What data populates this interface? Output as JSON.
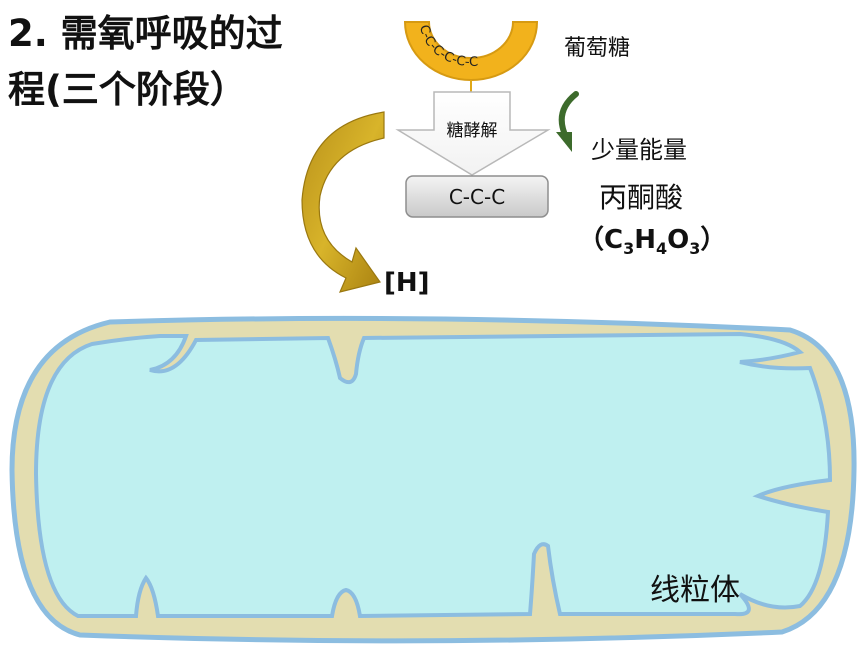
{
  "title": {
    "line1": "2. 需氧呼吸的过",
    "line2": "程(三个阶段）"
  },
  "glucose": {
    "chain": "C-C-C-C-C-C",
    "label": "葡萄糖"
  },
  "glycolysis": {
    "label": "糖酵解"
  },
  "energy": {
    "label": "少量能量"
  },
  "pyruvate": {
    "box": "C-C-C",
    "name": "丙酮酸",
    "formula_open": "（",
    "formula_c": "C",
    "formula_c_sub": "3",
    "formula_h": "H",
    "formula_h_sub": "4",
    "formula_o": "O",
    "formula_o_sub": "3",
    "formula_close": "）"
  },
  "hydrogen": {
    "label": "[H]"
  },
  "mitochondrion": {
    "label": "线粒体"
  },
  "colors": {
    "glucose_fill": "#f2b21c",
    "big_arrow": "#c9a21a",
    "energy_arrow": "#3d6b2c",
    "outer_membrane": "#e3ddb0",
    "matrix": "#bff0f0",
    "membrane_edge": "#8cbde0"
  }
}
